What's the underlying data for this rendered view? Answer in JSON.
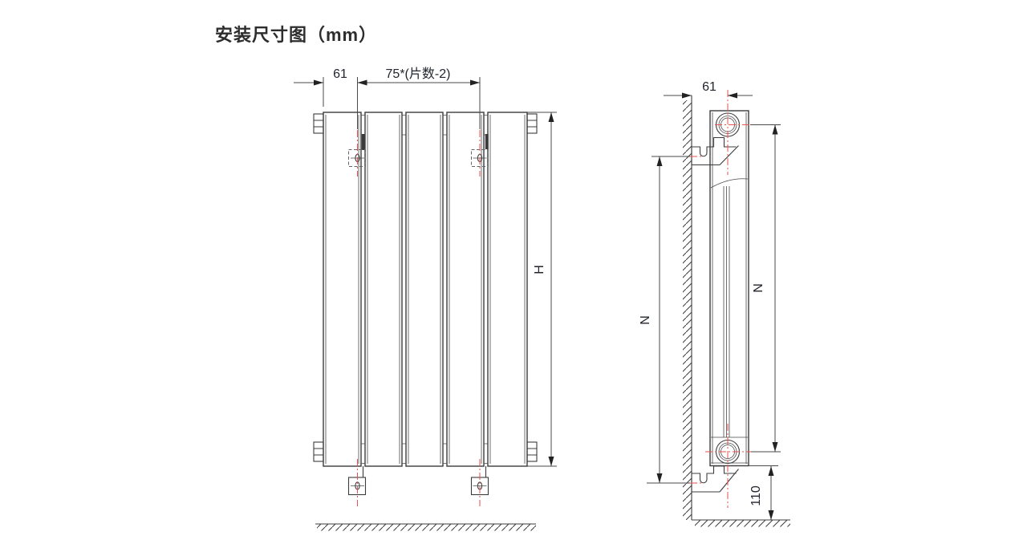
{
  "title": "安装尺寸图（mm）",
  "front_view": {
    "dimensions": {
      "hook_offset": "61",
      "hook_pitch": "75*(片数-2)",
      "height": "H"
    }
  },
  "side_view": {
    "dimensions": {
      "wall_offset": "61",
      "bracket_span": "N",
      "pipe_span": "N",
      "bottom_clearance": "110"
    }
  },
  "colors": {
    "line": "#3c3c3c",
    "centerline": "#e8514e",
    "dim_text": "#23262e",
    "background": "#ffffff"
  }
}
